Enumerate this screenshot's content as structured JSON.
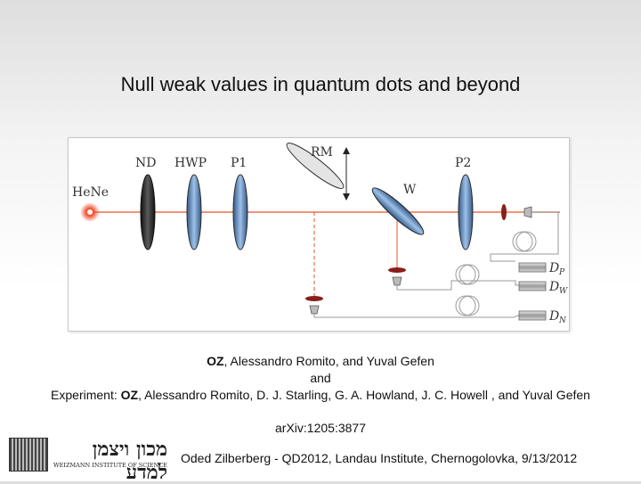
{
  "slide": {
    "title": "Null weak values in quantum dots and beyond",
    "authors_bold": "OZ",
    "authors_rest": ", Alessandro Romito, and Yuval Gefen",
    "and": "and",
    "experiment_label": "Experiment: ",
    "experiment_bold": "OZ",
    "experiment_rest": ", Alessandro Romito, D. J. Starling, G. A. Howland, J. C. Howell , and Yuval Gefen",
    "arxiv": "arXiv:1205:3877",
    "footer": "Oded Zilberberg - QD2012, Landau Institute, Chernogolovka, 9/13/2012"
  },
  "logo": {
    "hebrew": "מכון ויצמן למדע",
    "english": "WEIZMANN INSTITUTE OF SCIENCE"
  },
  "figure": {
    "source_label": "HeNe",
    "components": {
      "nd": "ND",
      "hwp": "HWP",
      "p1": "P1",
      "rm": "RM",
      "w": "W",
      "p2": "P2"
    },
    "detectors": {
      "dp": {
        "main": "D",
        "sub": "P"
      },
      "dw": {
        "main": "D",
        "sub": "W"
      },
      "dn": {
        "main": "D",
        "sub": "N"
      }
    },
    "colors": {
      "beam": "#e8704a",
      "nd_filter": "#3a3a3a",
      "waveplate": "#6a96c8",
      "lens": "#8a1f1a",
      "fiber": "#9a9a9a"
    }
  }
}
